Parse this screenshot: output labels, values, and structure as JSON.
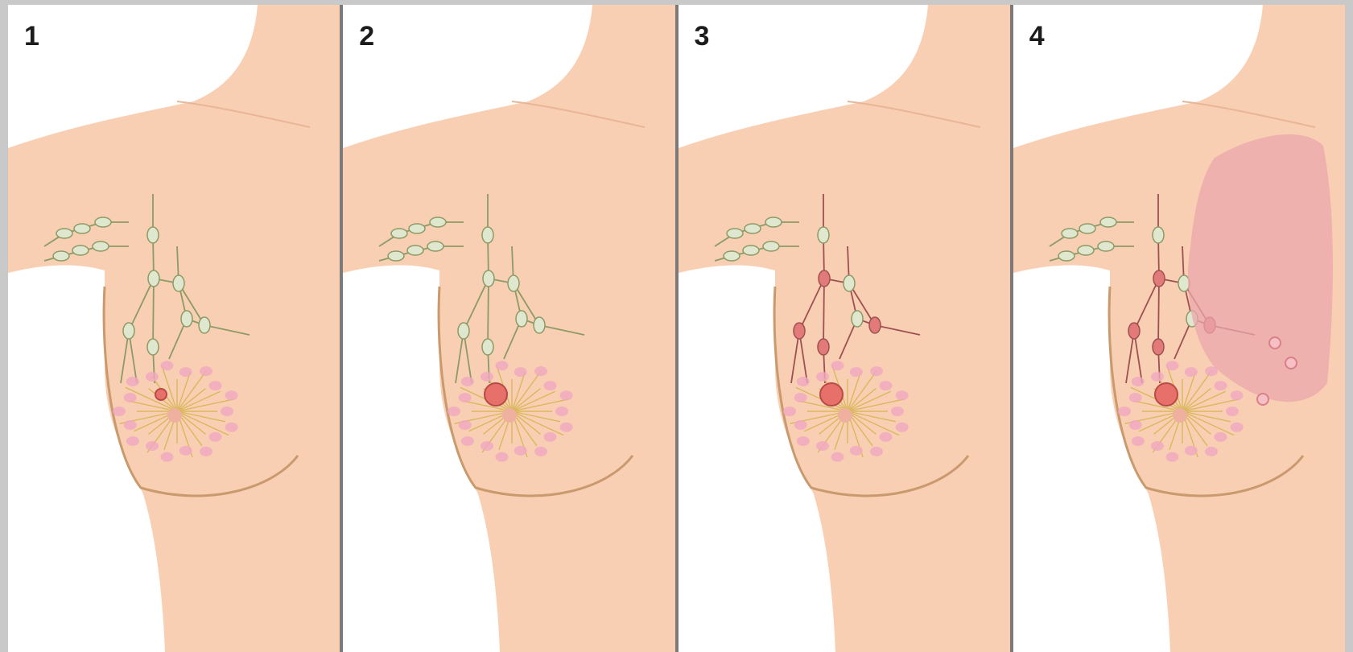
{
  "panels": [
    {
      "number": "1",
      "tumor": "small"
    },
    {
      "number": "2",
      "tumor": "medium"
    },
    {
      "number": "3",
      "tumor": "medium",
      "nodes": "affected"
    },
    {
      "number": "4",
      "tumor": "medium",
      "nodes": "affected",
      "skin": "inflamed"
    }
  ],
  "colors": {
    "skin": "#f9cfb3",
    "skin_outline": "#e8b597",
    "background": "#ffffff",
    "divider": "#7a7a7a",
    "healthy_node": "#dfe8cf",
    "healthy_lymph": "#8c9a66",
    "affected_node": "#e27a7a",
    "affected_lymph": "#9e5050",
    "gland_rays": "#d9b85c",
    "lobules": "#f0a8c2",
    "tumor": "#e8706a",
    "inflamed_skin": "#eba7ac"
  }
}
